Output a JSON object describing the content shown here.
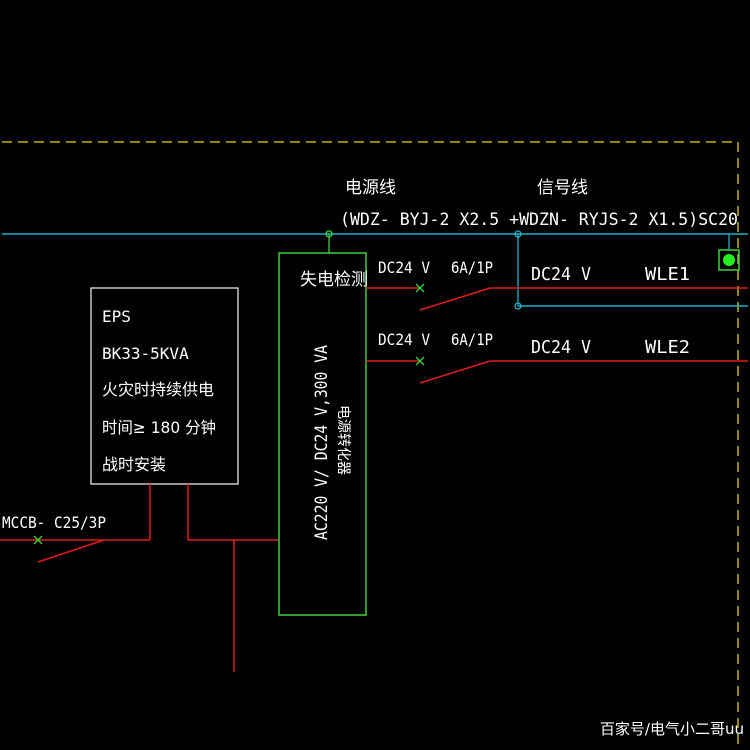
{
  "colors": {
    "background": "#000000",
    "boundary_dashed": "#c8b400",
    "signal_line": "#1fb0c8",
    "power_line": "#e01c1c",
    "device_box": "#3cd23c",
    "eps_box": "#e8e8e8",
    "text": "#ffffff",
    "indicator": "#22ee22"
  },
  "cable": {
    "power_label": "电源线",
    "signal_label": "信号线",
    "spec": "(WDZ- BYJ-2 X2.5 +WDZN- RYJS-2 X1.5)SC20"
  },
  "eps": {
    "line1": "EPS",
    "line2": "BK33-5KVA",
    "line3": "火灾时持续供电",
    "line4": "时间≥  180   分钟",
    "line5": "战时安装"
  },
  "breaker_main": "MCCB- C25/3P",
  "converter": {
    "rating": "AC220 V/ DC24 V,300 VA",
    "name": "电源转化器",
    "loss_detect": "失电检测"
  },
  "circuits": [
    {
      "voltage_in": "DC24 V",
      "breaker": "6A/1P",
      "voltage_out": "DC24 V",
      "label": "WLE1"
    },
    {
      "voltage_in": "DC24 V",
      "breaker": "6A/1P",
      "voltage_out": "DC24 V",
      "label": "WLE2"
    }
  ],
  "watermark": "百家号/电气小二哥uu"
}
